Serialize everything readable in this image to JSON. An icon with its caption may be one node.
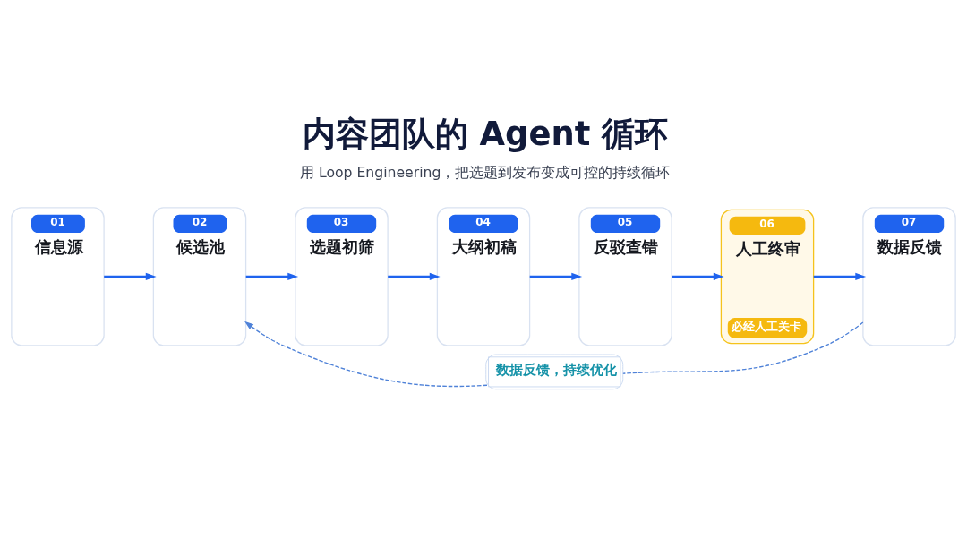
{
  "diagram": {
    "title": "内容团队的 Agent 循环",
    "nodes": [
      {
        "text": [
          "01",
          "信息源"
        ]
      },
      {
        "text": [
          "02",
          "候选池"
        ]
      },
      {
        "text": [
          "03",
          "选题初筛"
        ]
      },
      {
        "text": [
          "04",
          "大纲初稿"
        ]
      },
      {
        "text": [
          "05",
          "反驳查错"
        ]
      },
      {
        "text": [
          "06",
          "人工终审",
          "必经人工关卡"
        ]
      },
      {
        "text": [
          "07",
          "数据反馈"
        ]
      }
    ],
    "edges": [
      {
        "from": 0,
        "to": 1,
        "arrow": "to"
      },
      {
        "from": 1,
        "to": 2,
        "arrow": "to"
      },
      {
        "from": 2,
        "to": 3,
        "arrow": "to"
      },
      {
        "from": 3,
        "to": 4,
        "arrow": "to"
      },
      {
        "from": 4,
        "to": 5,
        "arrow": "to"
      },
      {
        "from": 5,
        "to": 6,
        "arrow": "to"
      },
      {
        "from": 6,
        "to": 1,
        "arrow": "to",
        "style": "dashed",
        "label": "数据反馈，持续优化"
      }
    ],
    "labels": [
      "用 Loop Engineering，把选题到发布变成可控的持续循环"
    ]
  }
}
